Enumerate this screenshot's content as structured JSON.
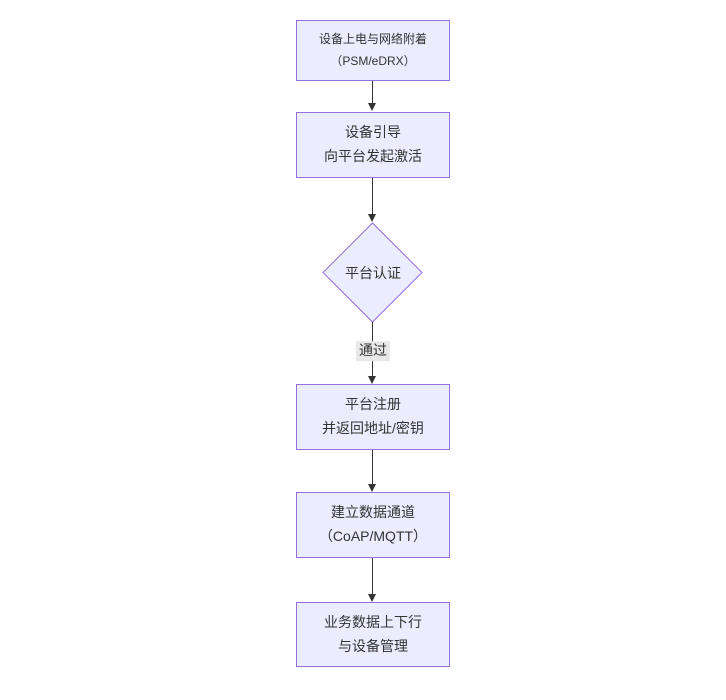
{
  "diagram": {
    "type": "flowchart",
    "direction": "top-to-bottom",
    "colors": {
      "node_fill": "#ECECFF",
      "node_border": "#9370DB",
      "arrow": "#333333",
      "text": "#333333",
      "edge_label_bg": "#e8e8e8",
      "background": "#ffffff"
    },
    "nodes": [
      {
        "id": "power-attach",
        "shape": "rect",
        "lines": [
          "设备上电与网络附着",
          "（PSM/eDRX）"
        ]
      },
      {
        "id": "bootstrap",
        "shape": "rect",
        "lines": [
          "设备引导",
          "向平台发起激活"
        ]
      },
      {
        "id": "auth",
        "shape": "diamond",
        "lines": [
          "平台认证"
        ]
      },
      {
        "id": "register",
        "shape": "rect",
        "lines": [
          "平台注册",
          "并返回地址/密钥"
        ]
      },
      {
        "id": "data-channel",
        "shape": "rect",
        "lines": [
          "建立数据通道",
          "（CoAP/MQTT）"
        ]
      },
      {
        "id": "business-data",
        "shape": "rect",
        "lines": [
          "业务数据上下行",
          "与设备管理"
        ]
      }
    ],
    "edges": [
      {
        "from": "power-attach",
        "to": "bootstrap",
        "label": ""
      },
      {
        "from": "bootstrap",
        "to": "auth",
        "label": ""
      },
      {
        "from": "auth",
        "to": "register",
        "label": "通过"
      },
      {
        "from": "register",
        "to": "data-channel",
        "label": ""
      },
      {
        "from": "data-channel",
        "to": "business-data",
        "label": ""
      }
    ]
  }
}
